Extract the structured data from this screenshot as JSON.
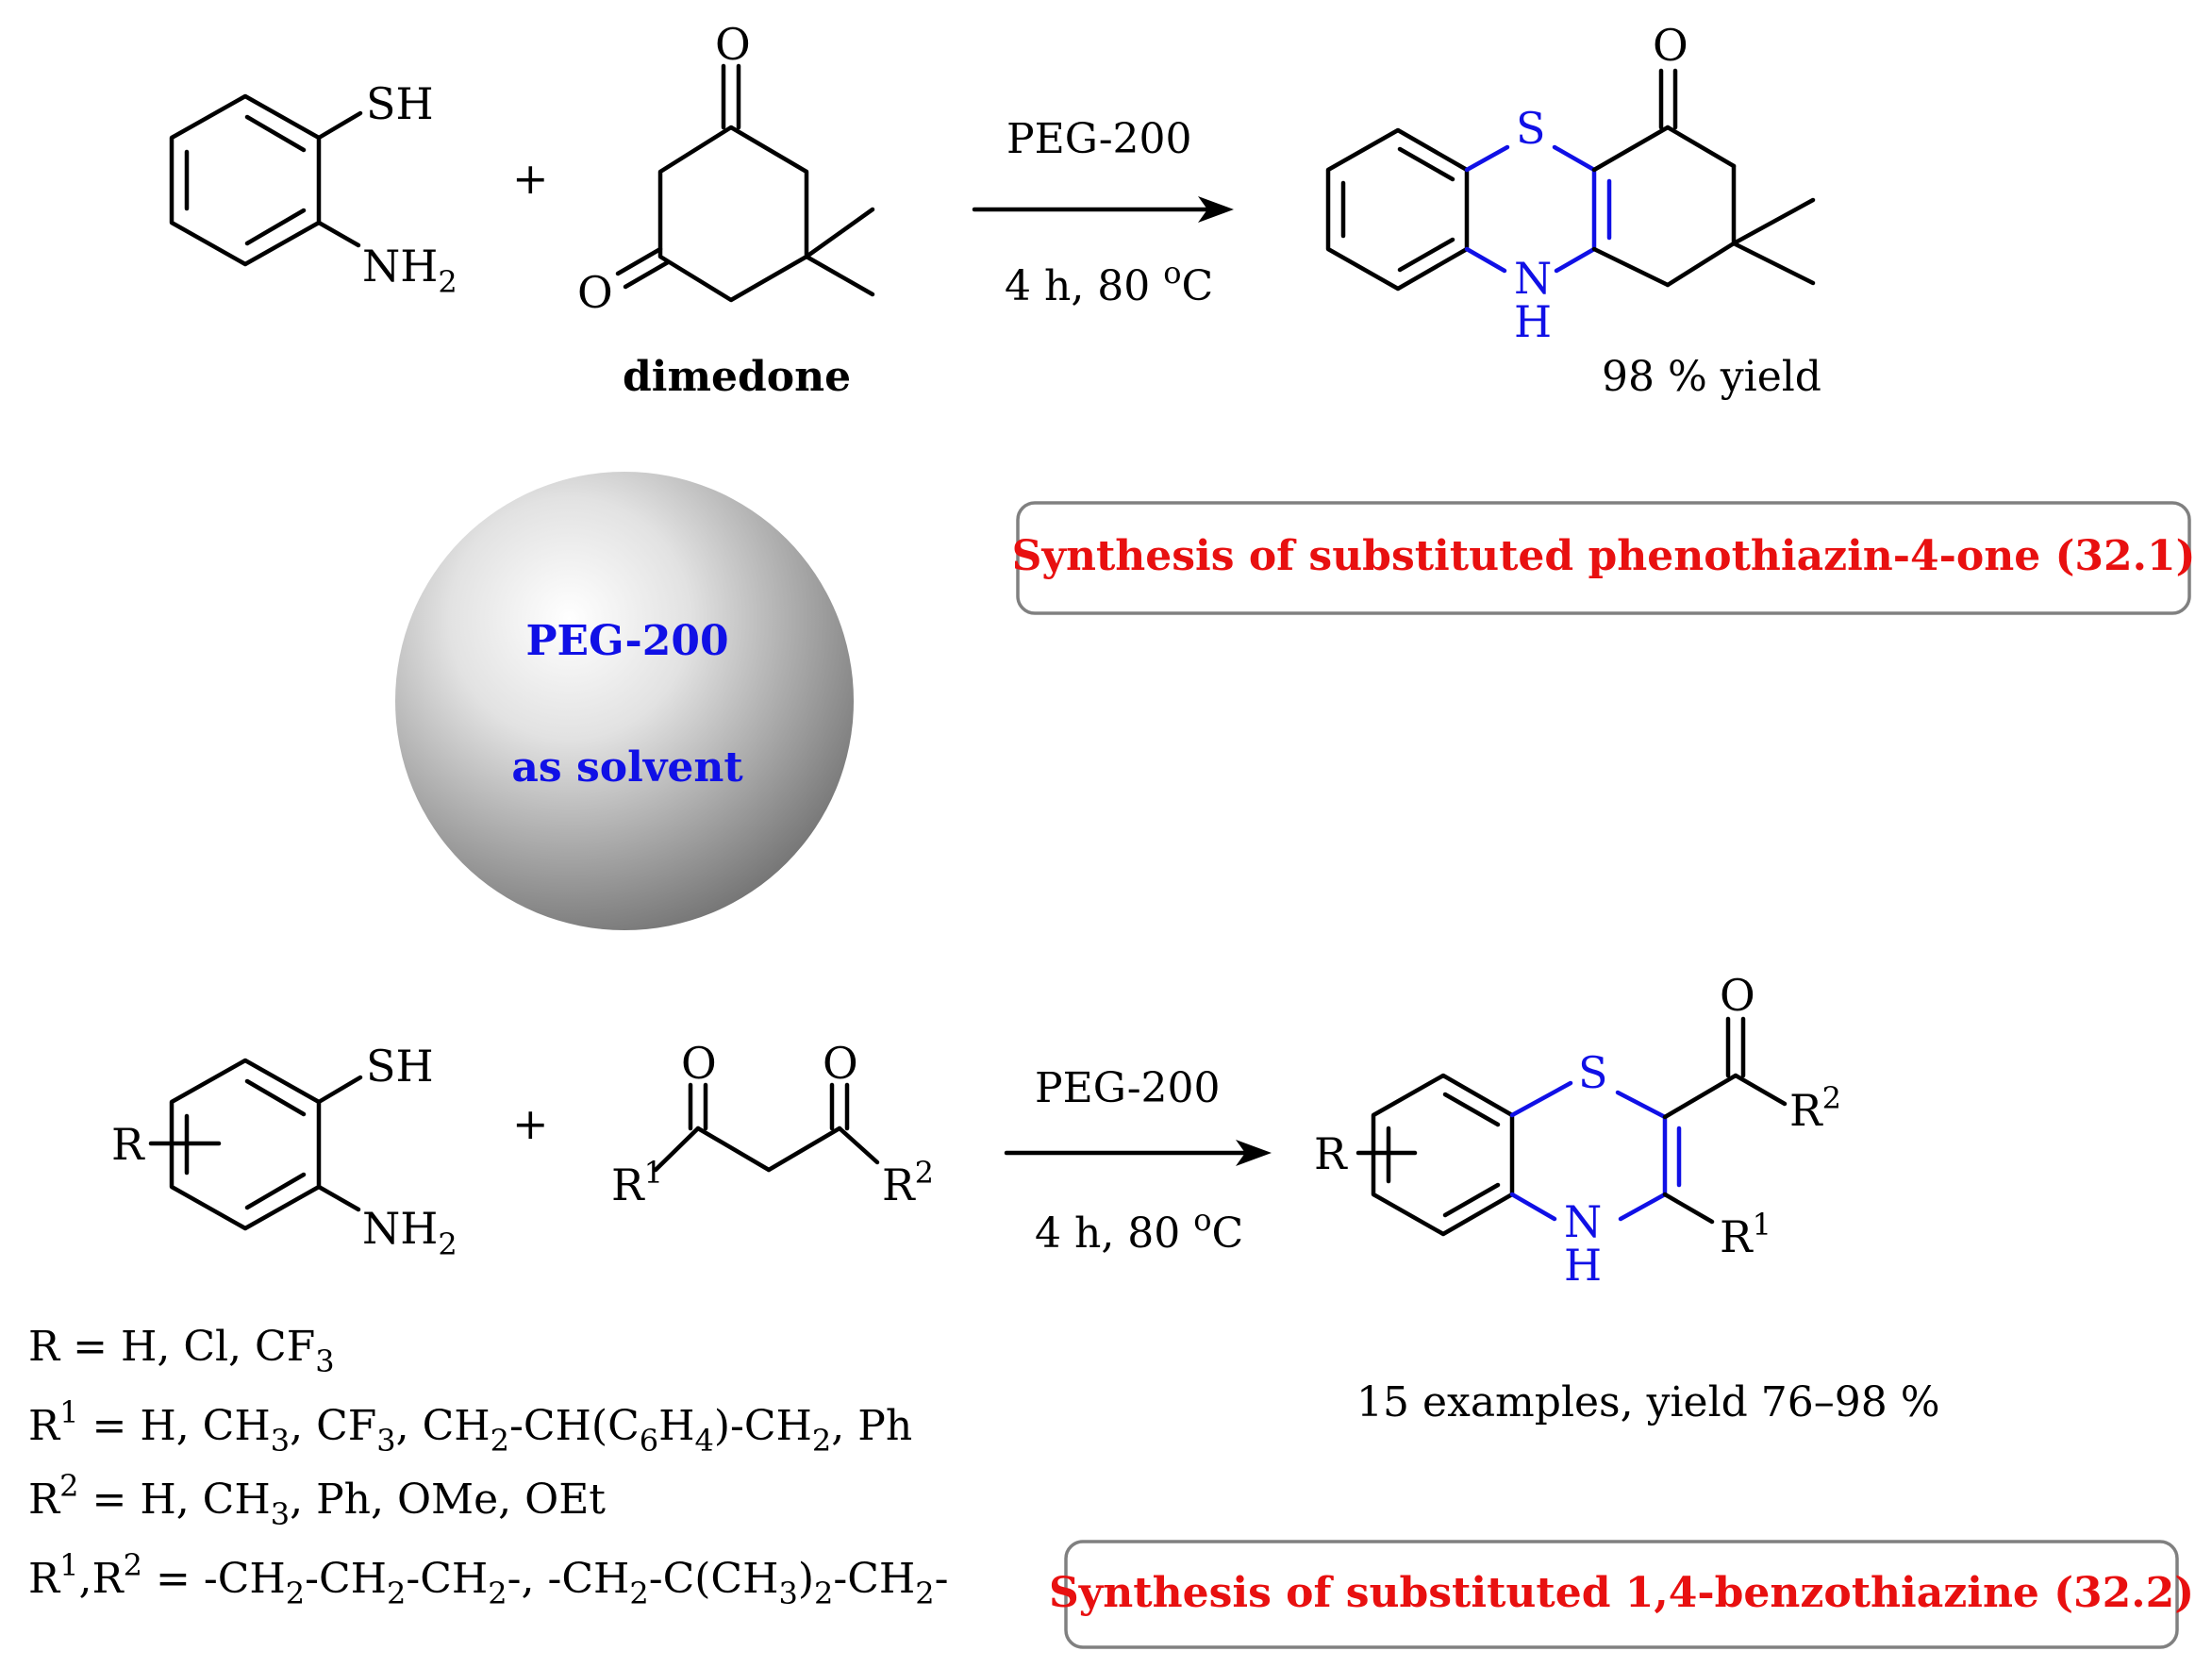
{
  "reaction1": {
    "reactant1": {
      "sh": "SH",
      "nh2_main": "NH",
      "nh2_sub": "2"
    },
    "plus": "+",
    "reactant2": {
      "o_top": "O",
      "o_left": "O",
      "name": "dimedone"
    },
    "condition_top": "PEG-200",
    "condition_bottom_main": "4 h, 80 ",
    "condition_bottom_sup": "o",
    "condition_bottom_end": "C",
    "product": {
      "s": "S",
      "n": "N",
      "h": "H",
      "o": "O"
    },
    "yield": "98 % yield",
    "title": "Synthesis of substituted phenothiazin-4-one (32.1)"
  },
  "sphere": {
    "line1": "PEG-200",
    "line2": "as solvent",
    "highlight_color": "#ffffff",
    "shadow_color": "#6e6e6e"
  },
  "reaction2": {
    "reactant1": {
      "r": "R",
      "sh": "SH",
      "nh2_main": "NH",
      "nh2_sub": "2"
    },
    "plus": "+",
    "reactant2": {
      "o1": "O",
      "o2": "O",
      "r1_main": "R",
      "r1_sup": "1",
      "r2_main": "R",
      "r2_sup": "2"
    },
    "condition_top": "PEG-200",
    "condition_bottom_main": "4 h, 80 ",
    "condition_bottom_sup": "o",
    "condition_bottom_end": "C",
    "product": {
      "r": "R",
      "s": "S",
      "n": "N",
      "h": "H",
      "o": "O",
      "r1_main": "R",
      "r1_sup": "1",
      "r2_main": "R",
      "r2_sup": "2"
    },
    "yield": "15 examples, yield 76–98 %",
    "title": "Synthesis of substituted 1,4-benzothiazine (32.2)"
  },
  "definitions": {
    "line1": {
      "a": "R = H, Cl, CF",
      "a_sub": "3"
    },
    "line2": {
      "r": "R",
      "r_sup": "1",
      "a": " = H, CH",
      "s1": "3",
      "b": ", CF",
      "s2": "3",
      "c": ", CH",
      "s3": "2",
      "d": "-CH(C",
      "s4": "6",
      "e": "H",
      "s5": "4",
      "f": ")-CH",
      "s6": "2",
      "g": ", Ph"
    },
    "line3": {
      "r": "R",
      "r_sup": "2",
      "a": " = H, CH",
      "s1": "3",
      "b": ", Ph, OMe, OEt"
    },
    "line4": {
      "r": "R",
      "r_sup": "1",
      "a": ",R",
      "a_sup": "2",
      "b": " = -CH",
      "s1": "2",
      "c": "-CH",
      "s2": "2",
      "d": "-CH",
      "s3": "2",
      "e": "-, -CH",
      "s4": "2",
      "f": "-C(CH",
      "s5": "3",
      "g": ")",
      "s6": "2",
      "h": "-CH",
      "s7": "2",
      "i": "-"
    }
  },
  "colors": {
    "heteroatom": "#1010e6",
    "title": "#e81010",
    "box_border": "#808080"
  }
}
